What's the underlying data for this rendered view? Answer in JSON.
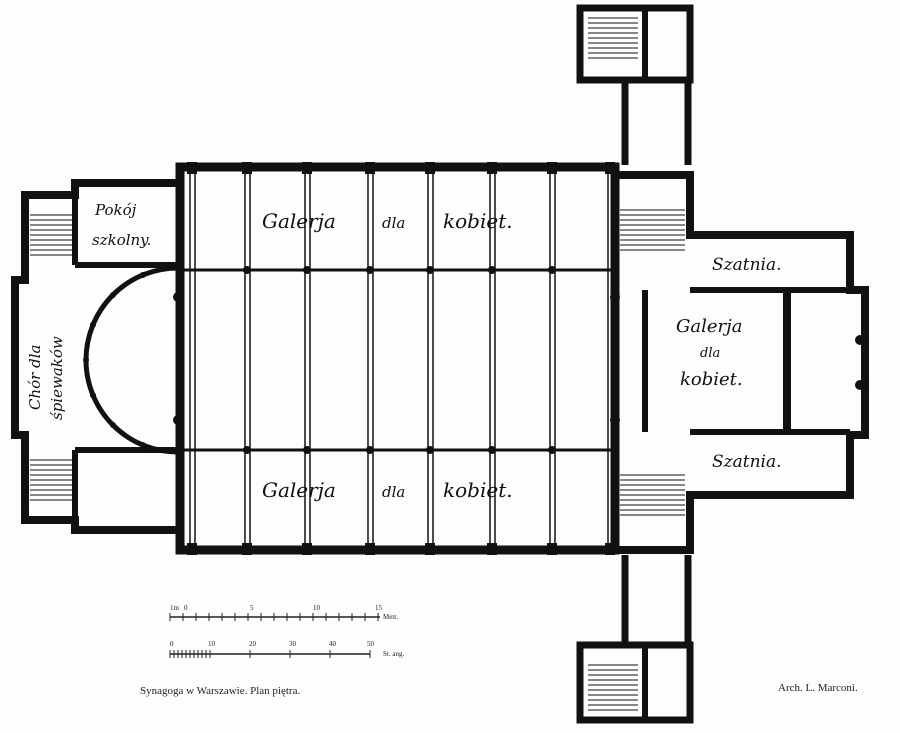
{
  "rooms": {
    "school_room": [
      "Pokój",
      "szkolny."
    ],
    "choir": [
      "Chór dla",
      "śpiewaków"
    ],
    "gallery_top": [
      "Galerja",
      "dla",
      "kobiet."
    ],
    "gallery_bottom": [
      "Galerja",
      "dla",
      "kobiet."
    ],
    "gallery_right": [
      "Galerja",
      "dla",
      "kobiet."
    ],
    "cloakroom_top": "Szatnia.",
    "cloakroom_bottom": "Szatnia."
  },
  "scale": {
    "metric_label": "Metr.",
    "metric_ticks": [
      "1m",
      "0",
      "5",
      "10",
      "15"
    ],
    "feet_label": "St. ang.",
    "feet_ticks": [
      "0",
      "10",
      "20",
      "30",
      "40",
      "50"
    ]
  },
  "caption": "Synagoga w Warszawie. Plan piętra.",
  "architect": "Arch. L. Marconi."
}
